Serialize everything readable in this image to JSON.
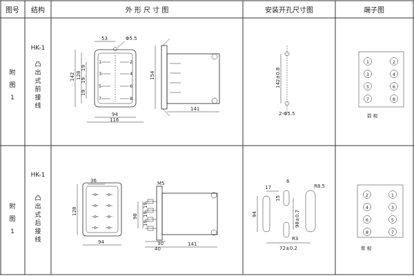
{
  "header": {
    "col_no": "图号",
    "col_structure": "结构",
    "col_outline": "外 形 尺 寸 图",
    "col_cutout": "安装开孔尺寸图",
    "col_terminal": "端子图"
  },
  "rows": [
    {
      "fig_label": [
        "附",
        "图",
        "1"
      ],
      "model": "HK-1",
      "structure": [
        "凸",
        "出",
        "式",
        "前",
        "接",
        "线"
      ],
      "outline": {
        "d_53": "53",
        "d_phi55": "Φ5.5",
        "d_142": "142",
        "d_128": "128",
        "d_19a": "19",
        "d_19b": "19",
        "d_19c": "19",
        "d_154": "154",
        "d_94": "94",
        "d_116": "116",
        "d_141": "141",
        "pins": [
          "1",
          "2",
          "3",
          "4",
          "5",
          "6",
          "7",
          "8"
        ]
      },
      "cutout": {
        "d_142tol": "142±0.8",
        "d_hole": "2-Φ5.5"
      },
      "terminal": {
        "numbers": [
          "1",
          "2",
          "3",
          "4",
          "5",
          "6",
          "7",
          "8"
        ],
        "caption": "前 视"
      }
    },
    {
      "fig_label": [
        "附",
        "图",
        "1"
      ],
      "model": "HK-1",
      "structure": [
        "凸",
        "出",
        "式",
        "后",
        "接",
        "线"
      ],
      "outline": {
        "d_36": "36",
        "d_128": "128",
        "d_94": "94",
        "d_m5": "M5",
        "d_98": "98",
        "d_19a": "19",
        "d_19b": "19",
        "d_19c": "19",
        "d_30": "30",
        "d_40": "40",
        "d_141": "141"
      },
      "cutout": {
        "d_17": "17",
        "d_6": "6",
        "d_r85": "R8.5",
        "d_15": "15",
        "d_94": "94",
        "d_98tol": "98±0.7",
        "d_r3": "R3",
        "d_72tol": "72±0.2"
      },
      "terminal": {
        "numbers": [
          "2",
          "1",
          "4",
          "3",
          "6",
          "5",
          "8",
          "7"
        ],
        "caption": "背 视"
      }
    }
  ]
}
